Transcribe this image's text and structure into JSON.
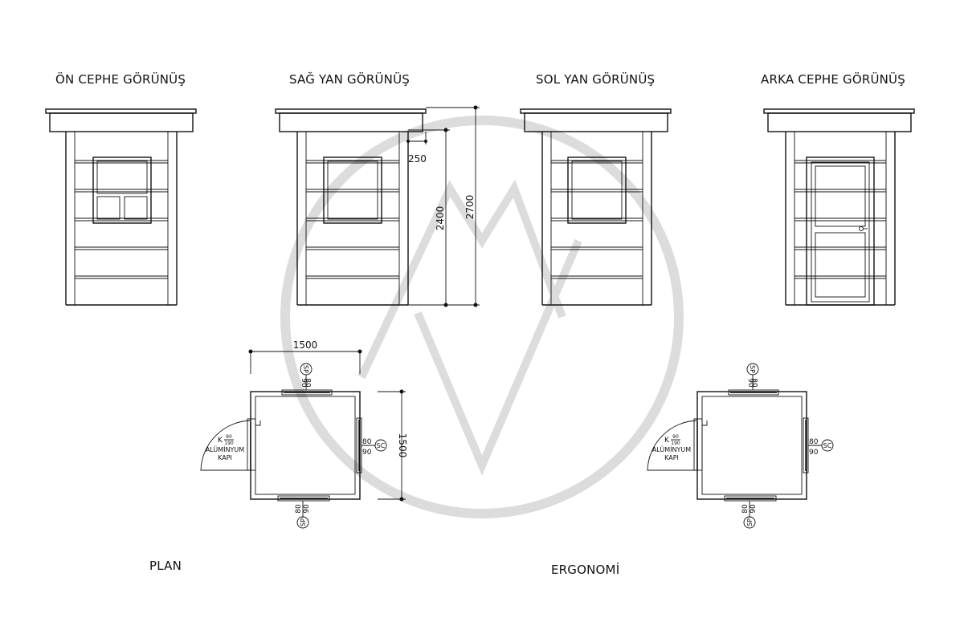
{
  "views": {
    "front": "ÖN CEPHE GÖRÜNÜŞ",
    "right": "SAĞ YAN GÖRÜNÜŞ",
    "left": "SOL YAN GÖRÜNÜŞ",
    "back": "ARKA CEPHE GÖRÜNÜŞ"
  },
  "dimensions": {
    "overhang": "250",
    "wall_height": "2400",
    "total_height": "2700",
    "plan_width": "1500",
    "plan_depth": "1500"
  },
  "plan": {
    "label": "PLAN",
    "door_code": "K",
    "door_num": "90",
    "door_den": "190",
    "door_material": "ALÜMİNYUM",
    "door_type": "KAPI",
    "top_window": {
      "tag": "SP",
      "a": "90",
      "b": "80"
    },
    "right_window": {
      "tag": "SC",
      "a": "80",
      "b": "90"
    },
    "bottom_window": {
      "tag": "SP",
      "a": "80",
      "b": "90"
    }
  },
  "ergonomi": {
    "label": "ERGONOMİ",
    "door_code": "K",
    "door_num": "90",
    "door_den": "190",
    "door_material": "ALÜMİNYUM",
    "door_type": "KAPI",
    "top_window": {
      "tag": "SP",
      "a": "90",
      "b": "80"
    },
    "right_window": {
      "tag": "SC",
      "a": "80",
      "b": "90"
    },
    "bottom_window": {
      "tag": "SP",
      "a": "80",
      "b": "90"
    }
  },
  "colors": {
    "line": "#111111",
    "watermark": "#dcdcdc"
  }
}
